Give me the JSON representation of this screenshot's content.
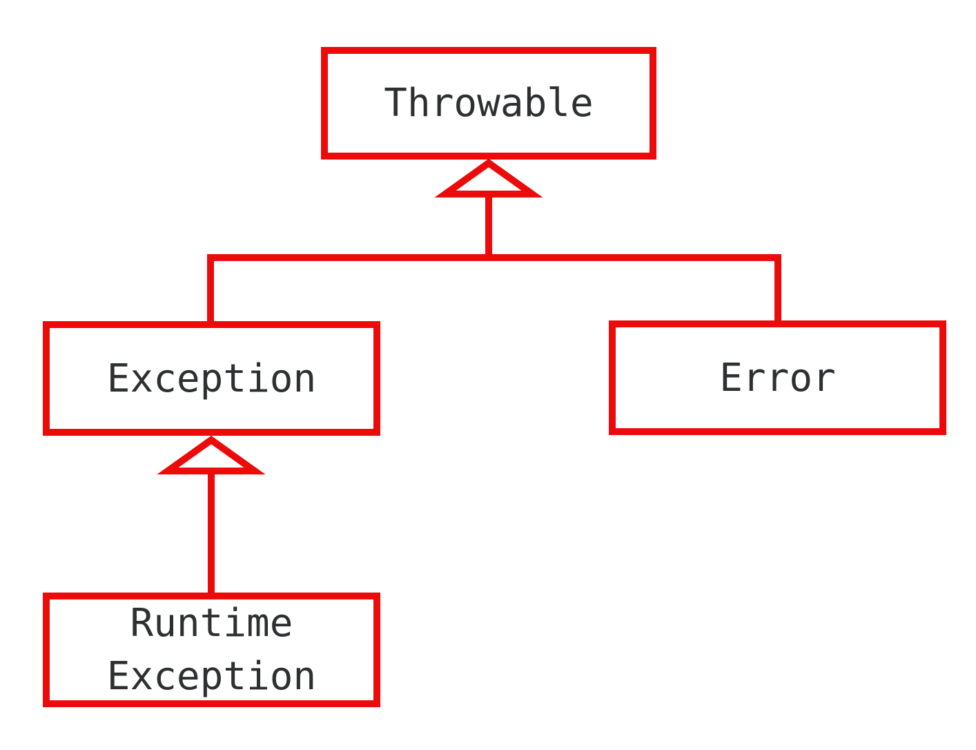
{
  "diagram": {
    "colors": {
      "line": "#ed0a0a",
      "text": "#2d2f31",
      "node_fill": "#ffffff"
    },
    "nodes": [
      {
        "id": "throwable",
        "label": "Throwable"
      },
      {
        "id": "exception",
        "label": "Exception"
      },
      {
        "id": "error",
        "label": "Error"
      },
      {
        "id": "runtime-exception",
        "label": "Runtime Exception",
        "lines": [
          "Runtime",
          "Exception"
        ]
      }
    ],
    "edges": [
      {
        "from": "exception",
        "to": "throwable",
        "type": "inheritance"
      },
      {
        "from": "error",
        "to": "throwable",
        "type": "inheritance"
      },
      {
        "from": "runtime-exception",
        "to": "exception",
        "type": "inheritance"
      }
    ]
  }
}
